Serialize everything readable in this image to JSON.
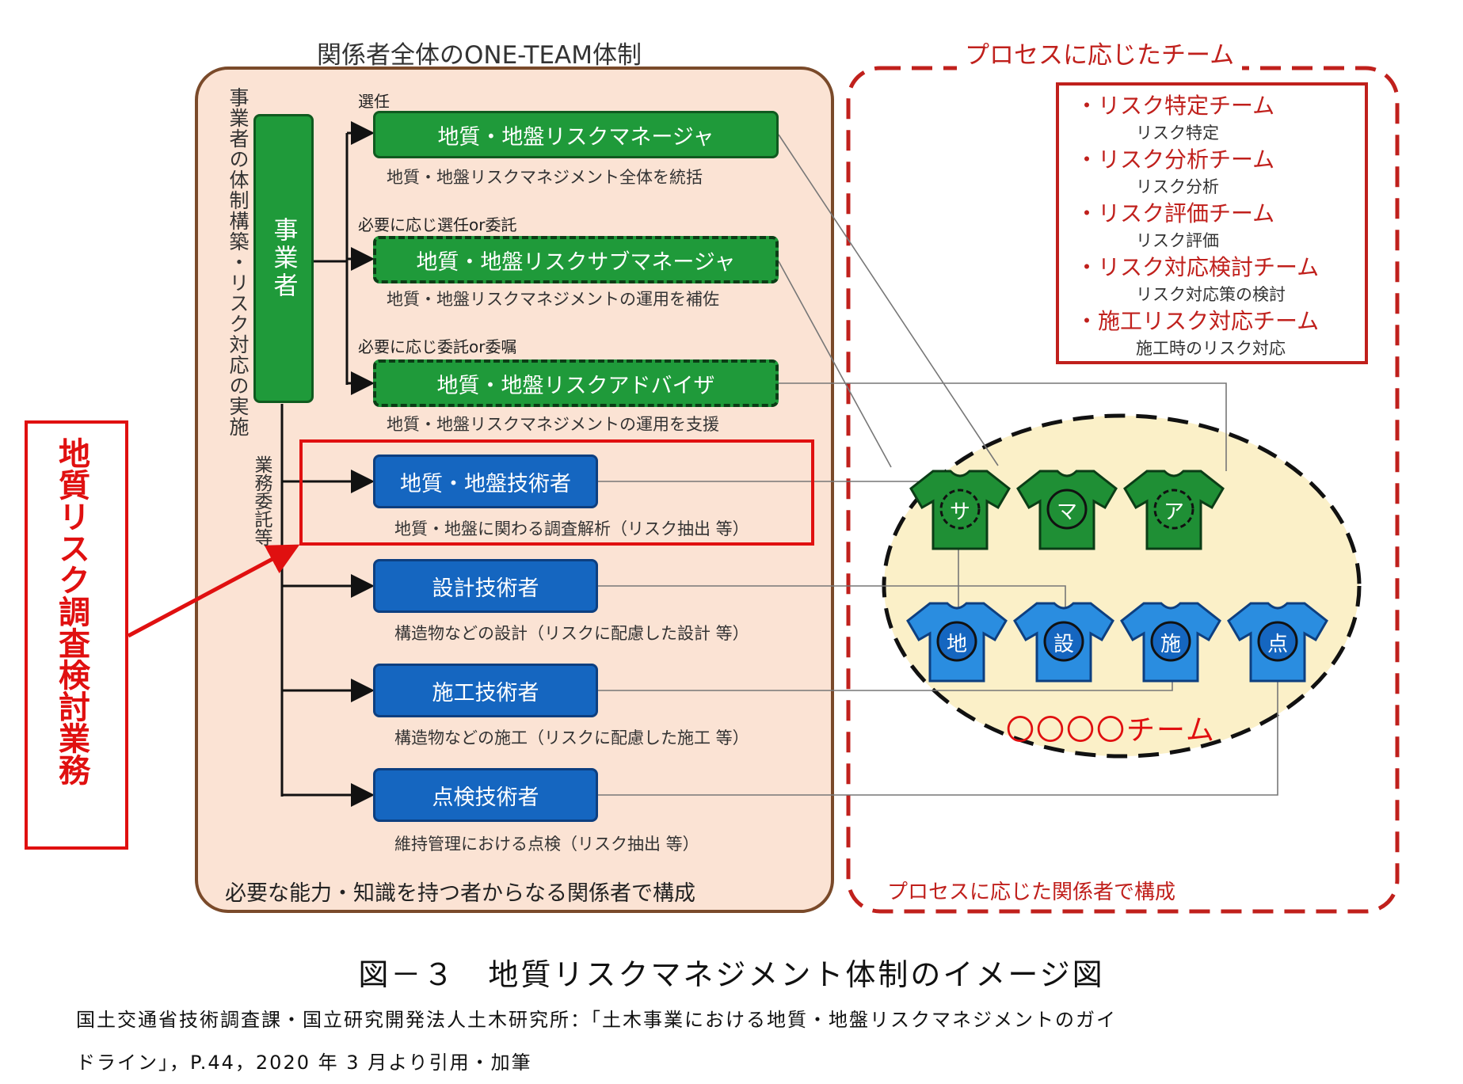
{
  "left_panel": {
    "title": "関係者全体のONE-TEAM体制",
    "vertical_label": "事業者の体制構築・リスク対応の実施",
    "operator_label": "事業者",
    "contract_label": "業務委託等",
    "footer": "必要な能力・知識を持つ者からなる関係者で構成",
    "managers": [
      {
        "tag": "選任",
        "label": "地質・地盤リスクマネージャ",
        "desc": "地質・地盤リスクマネジメント全体を統括"
      },
      {
        "tag": "必要に応じ選任or委託",
        "label": "地質・地盤リスクサブマネージャ",
        "desc": "地質・地盤リスクマネジメントの運用を補佐"
      },
      {
        "tag": "必要に応じ委託or委嘱",
        "label": "地質・地盤リスクアドバイザ",
        "desc": "地質・地盤リスクマネジメントの運用を支援"
      }
    ],
    "engineers": [
      {
        "label": "地質・地盤技術者",
        "desc": "地質・地盤に関わる調査解析（リスク抽出 等）"
      },
      {
        "label": "設計技術者",
        "desc": "構造物などの設計（リスクに配慮した設計 等）"
      },
      {
        "label": "施工技術者",
        "desc": "構造物などの施工（リスクに配慮した施工 等）"
      },
      {
        "label": "点検技術者",
        "desc": "維持管理における点検（リスク抽出 等）"
      }
    ]
  },
  "annotation": {
    "label": "地質リスク調査検討業務"
  },
  "right_panel": {
    "title": "プロセスに応じたチーム",
    "footer": "プロセスに応じた関係者で構成",
    "teams": [
      {
        "name": "・リスク特定チーム",
        "desc": "リスク特定"
      },
      {
        "name": "・リスク分析チーム",
        "desc": "リスク分析"
      },
      {
        "name": "・リスク評価チーム",
        "desc": "リスク評価"
      },
      {
        "name": "・リスク対応検討チーム",
        "desc": "リスク対応策の検討"
      },
      {
        "name": "・施工リスク対応チーム",
        "desc": "施工時のリスク対応"
      }
    ],
    "team_name": "〇〇〇〇チーム",
    "shirts_top": [
      "サ",
      "マ",
      "ア"
    ],
    "shirts_bottom": [
      "地",
      "設",
      "施",
      "点"
    ]
  },
  "caption": {
    "title": "図－３　地質リスクマネジメント体制のイメージ図",
    "source_line1": "国土交通省技術調査課・国立研究開発法人土木研究所：「土木事業における地質・地盤リスクマネジメントのガイ",
    "source_line2": "ドライン」，P.44，2020 年 3 月より引用・加筆"
  },
  "colors": {
    "panel_fill": "#fbe3d4",
    "panel_border": "#7a4a2a",
    "green": "#1f9a3a",
    "blue": "#1566c0",
    "red": "#e01010",
    "dark_red": "#c0201c",
    "ellipse_fill": "#fbf0c8"
  }
}
